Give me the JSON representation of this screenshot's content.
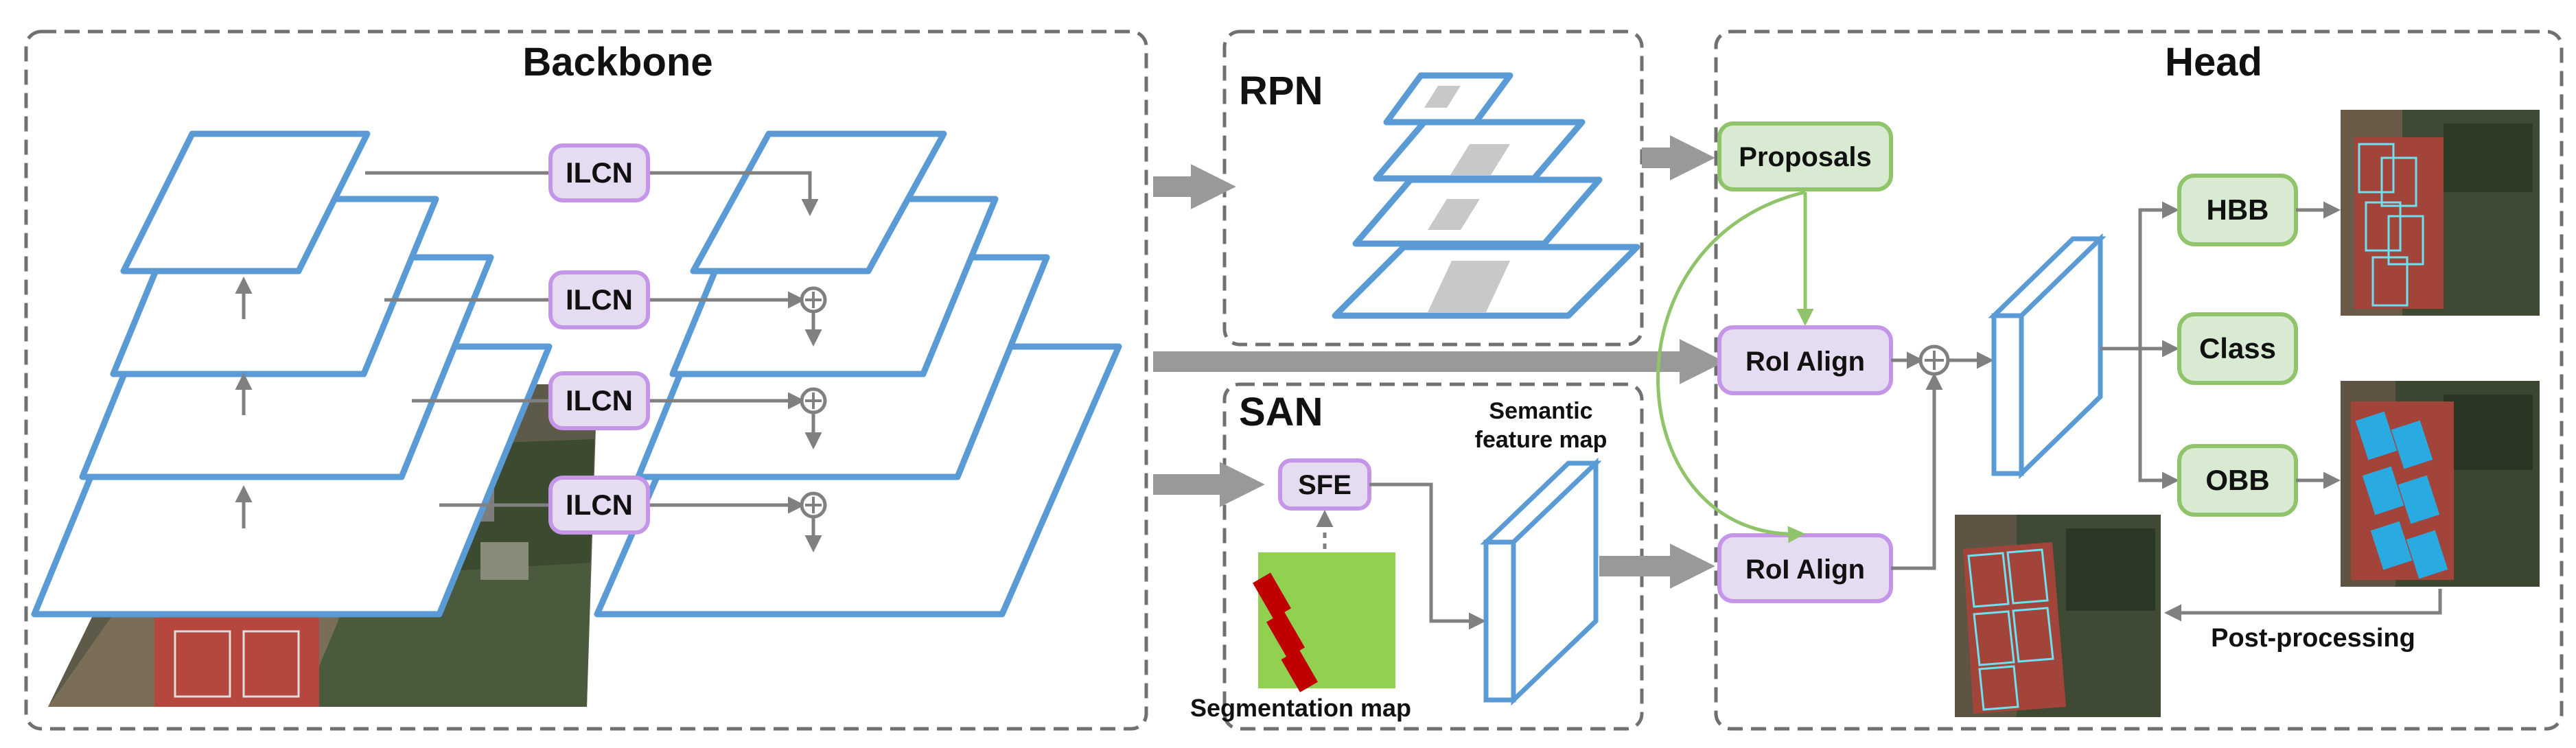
{
  "panels": {
    "backbone": "Backbone",
    "rpn": "RPN",
    "san": "SAN",
    "head": "Head"
  },
  "modules": {
    "ilcn": "ILCN",
    "sfe": "SFE",
    "proposals": "Proposals",
    "roi_align": "RoI Align",
    "hbb": "HBB",
    "class": "Class",
    "obb": "OBB"
  },
  "labels": {
    "semantic_line1": "Semantic",
    "semantic_line2": "feature map",
    "segmentation_map": "Segmentation map",
    "post_processing": "Post-processing"
  },
  "colors": {
    "feature_map_stroke": "#5b9bd5",
    "module_purple_fill": "#e6dcf2",
    "module_purple_stroke": "#c596e8",
    "module_green_fill": "#d8ead2",
    "module_green_stroke": "#8fc46a",
    "segmentation_background": "#92d050",
    "segmentation_object": "#c00000",
    "obb_object": "#29abe2"
  }
}
